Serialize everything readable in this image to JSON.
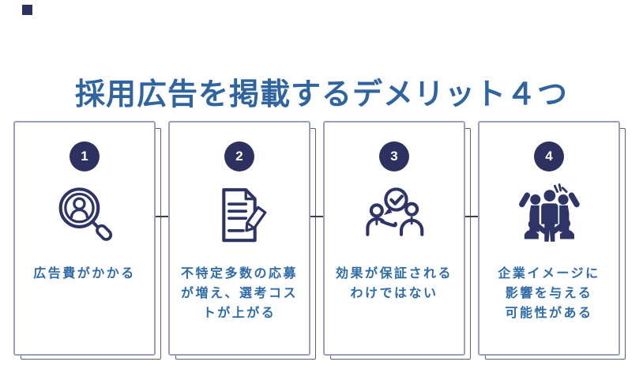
{
  "page": {
    "corner_square_color": "#2D3160",
    "background": "#ffffff"
  },
  "title": {
    "text": "採用広告を掲載するデメリット４つ",
    "color": "#2F649E"
  },
  "colors": {
    "badge_navy": "#2D3160",
    "icon_navy": "#2E3566",
    "card_text_blue": "#2E6BA8",
    "card_border": "#9A9EC2",
    "shadow_border": "#60606B",
    "connector_gray": "#3F3F47"
  },
  "cards": [
    {
      "number": "1",
      "icon": "magnifier-person-icon",
      "text": "広告費がかかる"
    },
    {
      "number": "2",
      "icon": "document-pencil-icon",
      "text": "不特定多数の応募\nが増え、選考コス\nトが上がる"
    },
    {
      "number": "3",
      "icon": "people-check-speech-icon",
      "text": "効果が保証される\nわけではない"
    },
    {
      "number": "4",
      "icon": "crowd-impression-icon",
      "text": "企業イメージに\n影響を与える\n可能性がある"
    }
  ]
}
